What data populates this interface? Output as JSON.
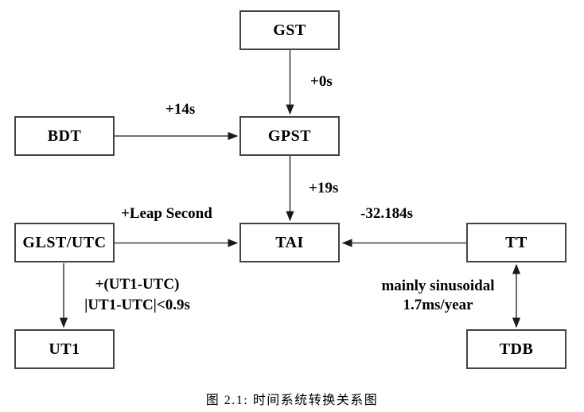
{
  "figure": {
    "caption": "图 2.1: 时间系统转换关系图"
  },
  "nodes": {
    "gst": "GST",
    "bdt": "BDT",
    "gpst": "GPST",
    "glst_utc": "GLST/UTC",
    "tai": "TAI",
    "tt": "TT",
    "ut1": "UT1",
    "tdb": "TDB"
  },
  "edges": {
    "gst_to_gpst": {
      "from": "GST",
      "to": "GPST",
      "label": "+0s",
      "bidirectional": false
    },
    "bdt_to_gpst": {
      "from": "BDT",
      "to": "GPST",
      "label": "+14s",
      "bidirectional": false
    },
    "gpst_to_tai": {
      "from": "GPST",
      "to": "TAI",
      "label": "+19s",
      "bidirectional": false
    },
    "glst_utc_to_tai": {
      "from": "GLST/UTC",
      "to": "TAI",
      "label": "+Leap Second",
      "bidirectional": false
    },
    "tt_to_tai": {
      "from": "TT",
      "to": "TAI",
      "label": "-32.184s",
      "bidirectional": false
    },
    "glst_utc_to_ut1": {
      "from": "GLST/UTC",
      "to": "UT1",
      "label_line1": "+(UT1-UTC)",
      "label_line2": "|UT1-UTC|<0.9s",
      "bidirectional": false
    },
    "tt_to_tdb": {
      "from": "TT",
      "to": "TDB",
      "label_line1": "mainly sinusoidal",
      "label_line2": "1.7ms/year",
      "bidirectional": true
    }
  },
  "colors": {
    "background": "#ffffff",
    "box_fill": "#ffffff",
    "box_border": "#434343",
    "arrow": "#1a1a1a",
    "text": "#000000"
  }
}
